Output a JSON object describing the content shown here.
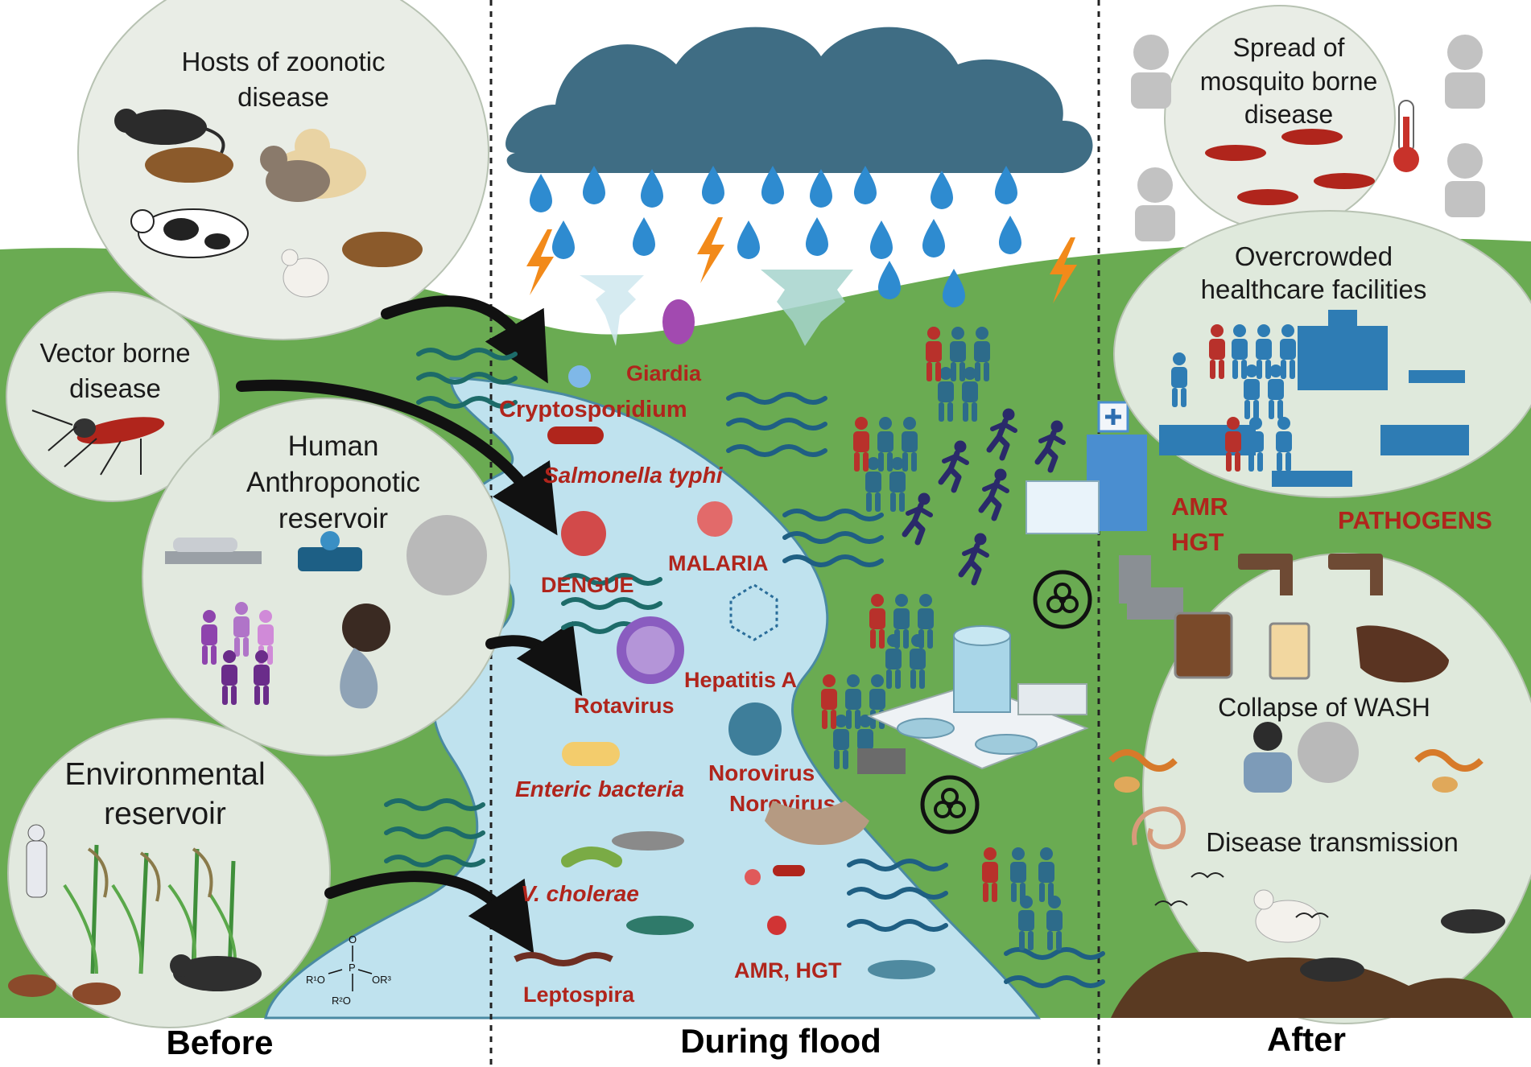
{
  "phases": {
    "before": "Before",
    "during": "During flood",
    "after": "After"
  },
  "before": {
    "zoonotic": [
      "Hosts of zoonotic",
      "disease"
    ],
    "vector": [
      "Vector borne",
      "disease"
    ],
    "anthroponotic": [
      "Human",
      "Anthroponotic",
      "reservoir"
    ],
    "environmental": [
      "Environmental",
      "reservoir"
    ],
    "chemical": {
      "o": "O",
      "p": "P",
      "r1": "R¹O",
      "r2": "R²O",
      "r3": "OR³"
    }
  },
  "during": {
    "pathogens": {
      "giardia": "Giardia",
      "crypto": "Cryptosporidium",
      "salmonella": "Salmonella typhi",
      "dengue": "DENGUE",
      "malaria": "MALARIA",
      "hepatitis": "Hepatitis A",
      "rotavirus": "Rotavirus",
      "enteric": "Enteric bacteria",
      "norovirus1": "Norovirus",
      "norovirus2": "Norovirus",
      "cholerae": "V. cholerae",
      "leptospira": "Leptospira",
      "amr_hgt": "AMR, HGT"
    }
  },
  "after": {
    "mosquito": [
      "Spread of",
      "mosquito borne",
      "disease"
    ],
    "healthcare": [
      "Overcrowded",
      "healthcare facilities"
    ],
    "amr": "AMR",
    "hgt": "HGT",
    "pathogens": "PATHOGENS",
    "wash": "Collapse of WASH",
    "transmission": "Disease transmission"
  },
  "colors": {
    "land": "#6aab52",
    "river": "#bfe2ee",
    "cloud": "#3f6d84",
    "rain": "#2e8bd0",
    "bolt": "#f28a1a",
    "bubble": "#dce8d6",
    "people": "#2d6b8a",
    "person_red": "#b8312b",
    "runner": "#2a2a6a",
    "pathogen_text": "#b0251c"
  }
}
